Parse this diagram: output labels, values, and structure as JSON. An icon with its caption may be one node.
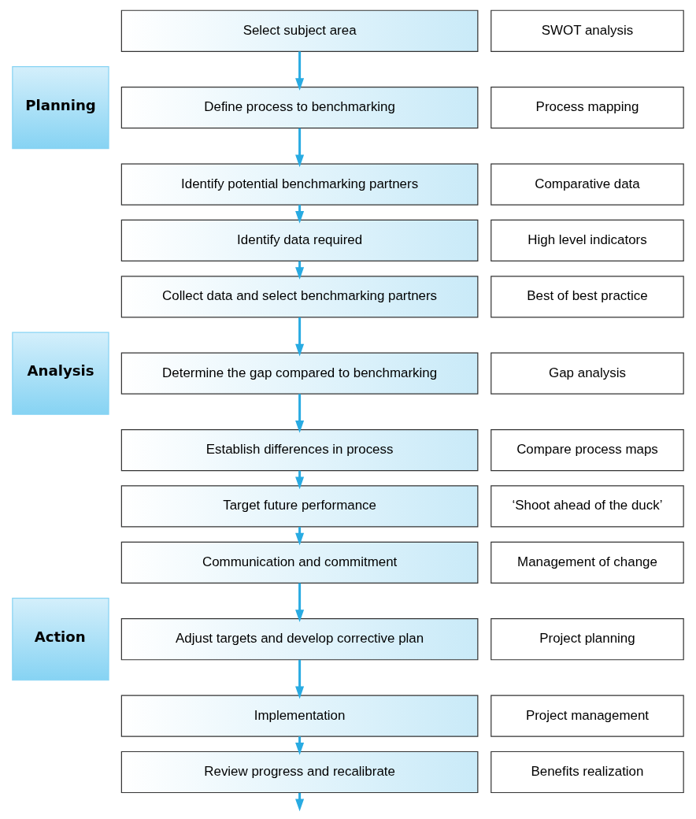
{
  "diagram": {
    "nodes": [
      {
        "text": [
          "Planning"
        ]
      },
      {
        "text": [
          "Select subject area"
        ]
      },
      {
        "text": [
          "SWOT analysis"
        ]
      },
      {
        "text": [
          "Define process to benchmarking"
        ]
      },
      {
        "text": [
          "Process mapping"
        ]
      },
      {
        "text": [
          "Identify potential benchmarking partners"
        ]
      },
      {
        "text": [
          "Comparative data"
        ]
      },
      {
        "text": [
          "Identify data required"
        ]
      },
      {
        "text": [
          "High level indicators"
        ]
      },
      {
        "text": [
          "Analysis"
        ]
      },
      {
        "text": [
          "Collect data and select benchmarking partners"
        ]
      },
      {
        "text": [
          "Best of best practice"
        ]
      },
      {
        "text": [
          "Determine the gap compared to benchmarking"
        ]
      },
      {
        "text": [
          "Gap analysis"
        ]
      },
      {
        "text": [
          "Establish differences in process"
        ]
      },
      {
        "text": [
          "Compare process maps"
        ]
      },
      {
        "text": [
          "Target future performance"
        ]
      },
      {
        "text": [
          "‘Shoot ahead of the duck’"
        ]
      },
      {
        "text": [
          "Action"
        ]
      },
      {
        "text": [
          "Communication and commitment"
        ]
      },
      {
        "text": [
          "Management of change"
        ]
      },
      {
        "text": [
          "Adjust targets and develop corrective plan"
        ]
      },
      {
        "text": [
          "Project planning"
        ]
      },
      {
        "text": [
          "Implementation"
        ]
      },
      {
        "text": [
          "Project management"
        ]
      },
      {
        "text": [
          "Review progress and recalibrate"
        ]
      },
      {
        "text": [
          "Benefits realization"
        ]
      }
    ],
    "edges": [
      {
        "from": 1,
        "to": 3,
        "arrow": "to"
      },
      {
        "from": 3,
        "to": 5,
        "arrow": "to"
      },
      {
        "from": 5,
        "to": 7,
        "arrow": "to"
      },
      {
        "from": 7,
        "to": 10,
        "arrow": "to"
      },
      {
        "from": 10,
        "to": 12,
        "arrow": "to"
      },
      {
        "from": 12,
        "to": 14,
        "arrow": "to"
      },
      {
        "from": 14,
        "to": 16,
        "arrow": "to"
      },
      {
        "from": 16,
        "to": 19,
        "arrow": "to"
      },
      {
        "from": 19,
        "to": 21,
        "arrow": "to"
      },
      {
        "from": 21,
        "to": 23,
        "arrow": "to"
      },
      {
        "from": 23,
        "to": 25,
        "arrow": "to"
      },
      {
        "from": 25,
        "to": null,
        "arrow": "to"
      }
    ]
  }
}
